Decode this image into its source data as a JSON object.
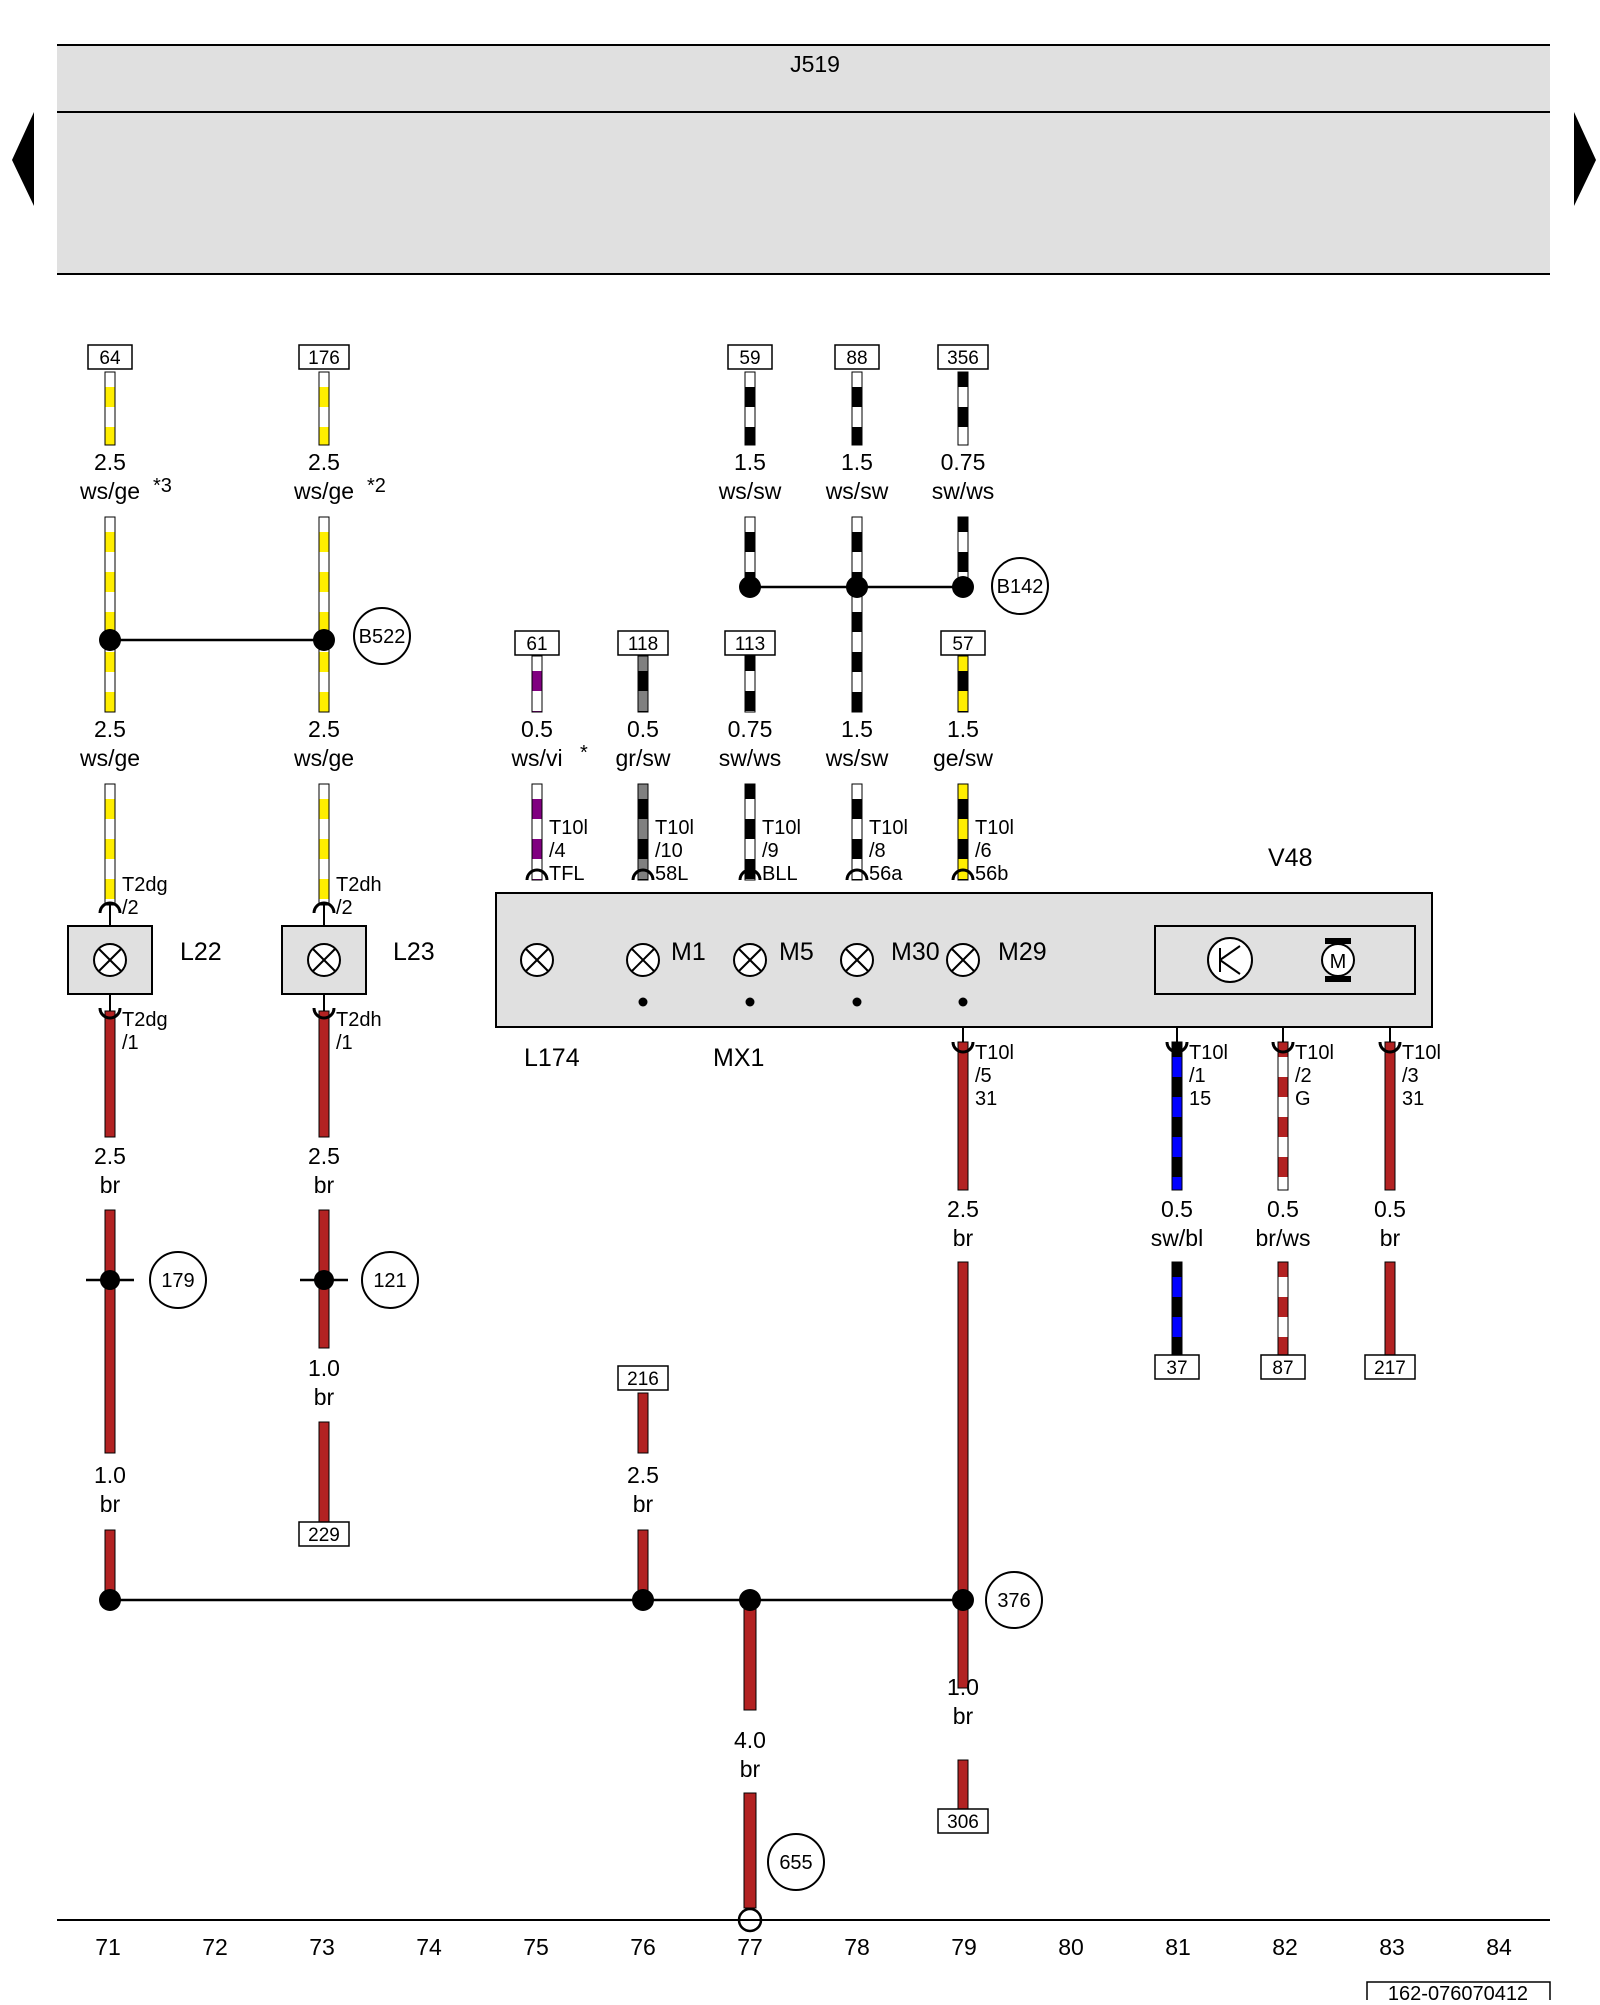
{
  "header": {
    "unit_label": "J519"
  },
  "nav": {
    "prev_arrow": "left-arrow-icon",
    "next_arrow": "right-arrow-icon"
  },
  "colors": {
    "ws": "#ffffff",
    "ge": "#ffee00",
    "sw": "#000000",
    "br": "#b22222",
    "vi": "#800080",
    "gr": "#808080",
    "bl": "#0000ff",
    "panel": "#e0e0e0"
  },
  "top_refs": [
    "64",
    "176",
    "59",
    "88",
    "356"
  ],
  "mid_refs": [
    "61",
    "118",
    "113",
    "57"
  ],
  "bottom_refs": [
    "37",
    "87",
    "217",
    "216",
    "229",
    "306"
  ],
  "splices": [
    "B522",
    "B142",
    "179",
    "121",
    "376",
    "655"
  ],
  "wires": {
    "w64a": {
      "size": "2.5",
      "color": "ws/ge",
      "note": "*3"
    },
    "w176a": {
      "size": "2.5",
      "color": "ws/ge",
      "note": "*2"
    },
    "w59": {
      "size": "1.5",
      "color": "ws/sw"
    },
    "w88a": {
      "size": "1.5",
      "color": "ws/sw"
    },
    "w356": {
      "size": "0.75",
      "color": "sw/ws"
    },
    "w64b": {
      "size": "2.5",
      "color": "ws/ge"
    },
    "w176b": {
      "size": "2.5",
      "color": "ws/ge"
    },
    "w61": {
      "size": "0.5",
      "color": "ws/vi",
      "note": "*"
    },
    "w118": {
      "size": "0.5",
      "color": "gr/sw"
    },
    "w113": {
      "size": "0.75",
      "color": "sw/ws"
    },
    "w88b": {
      "size": "1.5",
      "color": "ws/sw"
    },
    "w57": {
      "size": "1.5",
      "color": "ge/sw"
    },
    "w71br": {
      "size": "2.5",
      "color": "br"
    },
    "w73br": {
      "size": "2.5",
      "color": "br"
    },
    "w79br": {
      "size": "2.5",
      "color": "br"
    },
    "w81": {
      "size": "0.5",
      "color": "sw/bl"
    },
    "w82": {
      "size": "0.5",
      "color": "br/ws"
    },
    "w83": {
      "size": "0.5",
      "color": "br"
    },
    "w73c": {
      "size": "1.0",
      "color": "br"
    },
    "w71c": {
      "size": "1.0",
      "color": "br"
    },
    "w216": {
      "size": "2.5",
      "color": "br"
    },
    "w77": {
      "size": "4.0",
      "color": "br"
    },
    "w306": {
      "size": "1.0",
      "color": "br"
    }
  },
  "pins": {
    "p71top": [
      "T2dg",
      "/2"
    ],
    "p73top": [
      "T2dh",
      "/2"
    ],
    "p71bot": [
      "T2dg",
      "/1"
    ],
    "p73bot": [
      "T2dh",
      "/1"
    ],
    "p75": [
      "T10l",
      "/4",
      "TFL"
    ],
    "p76": [
      "T10l",
      "/10",
      "58L"
    ],
    "p77": [
      "T10l",
      "/9",
      "BLL"
    ],
    "p78": [
      "T10l",
      "/8",
      "56a"
    ],
    "p79": [
      "T10l",
      "/6",
      "56b"
    ],
    "p79bot": [
      "T10l",
      "/5",
      "31"
    ],
    "p81": [
      "T10l",
      "/1",
      "15"
    ],
    "p82": [
      "T10l",
      "/2",
      "G"
    ],
    "p83": [
      "T10l",
      "/3",
      "31"
    ]
  },
  "components": {
    "L22": "L22",
    "L23": "L23",
    "V48": "V48",
    "L174": "L174",
    "MX1": "MX1",
    "M1": "M1",
    "M5": "M5",
    "M30": "M30",
    "M29": "M29",
    "motor": "M"
  },
  "columns": [
    "71",
    "72",
    "73",
    "74",
    "75",
    "76",
    "77",
    "78",
    "79",
    "80",
    "81",
    "82",
    "83",
    "84"
  ],
  "doc_id": "162-076070412"
}
